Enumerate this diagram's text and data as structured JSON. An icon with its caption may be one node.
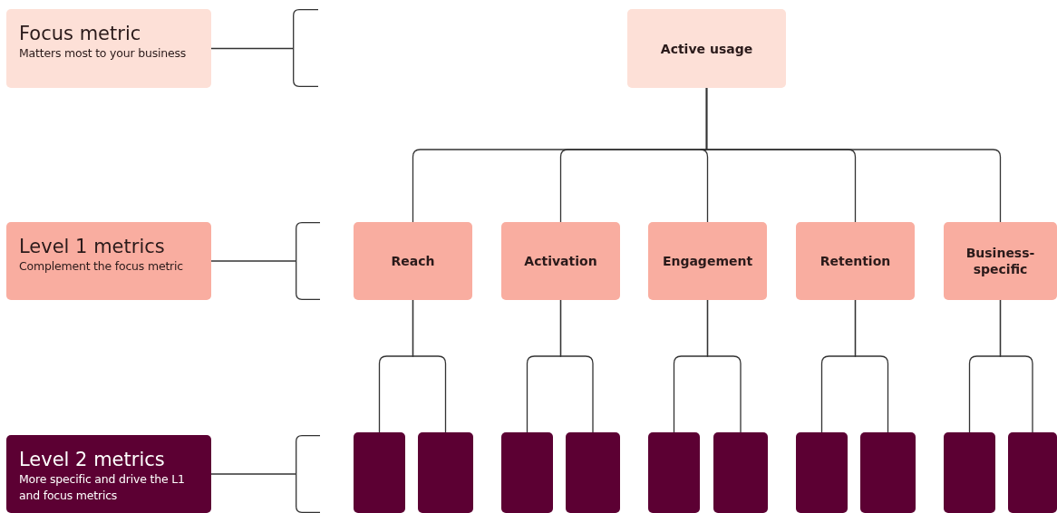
{
  "diagram": {
    "nodes": [
      {
        "text": [
          "Focus metric",
          "Matters most to your business"
        ]
      },
      {
        "text": [],
        "shape": "bracket"
      },
      {
        "text": [
          "Active usage"
        ]
      },
      {
        "text": [
          "Level 1 metrics",
          "Complement the focus metric"
        ]
      },
      {
        "text": [],
        "shape": "bracket"
      },
      {
        "text": [
          "Reach"
        ]
      },
      {
        "text": [
          "Activation"
        ]
      },
      {
        "text": [
          "Engagement"
        ]
      },
      {
        "text": [
          "Retention"
        ]
      },
      {
        "text": [
          "Business-specific"
        ]
      },
      {
        "text": [
          "Level 2 metrics",
          "More specific and drive the L1 and focus metrics"
        ]
      },
      {
        "text": [],
        "shape": "bracket"
      },
      {
        "text": [],
        "shape": "box"
      },
      {
        "text": [],
        "shape": "box"
      },
      {
        "text": [],
        "shape": "box"
      },
      {
        "text": [],
        "shape": "box"
      },
      {
        "text": [],
        "shape": "box"
      },
      {
        "text": [],
        "shape": "box"
      },
      {
        "text": [],
        "shape": "box"
      },
      {
        "text": [],
        "shape": "box"
      },
      {
        "text": [],
        "shape": "box"
      },
      {
        "text": [],
        "shape": "box"
      }
    ],
    "edges": [
      {
        "from": 0,
        "to": 1,
        "arrow": "none"
      },
      {
        "from": 2,
        "to": 5,
        "arrow": "none"
      },
      {
        "from": 2,
        "to": 6,
        "arrow": "none"
      },
      {
        "from": 2,
        "to": 7,
        "arrow": "none"
      },
      {
        "from": 2,
        "to": 8,
        "arrow": "none"
      },
      {
        "from": 2,
        "to": 9,
        "arrow": "none"
      },
      {
        "from": 3,
        "to": 4,
        "arrow": "none"
      },
      {
        "from": 5,
        "to": 12,
        "arrow": "none"
      },
      {
        "from": 5,
        "to": 13,
        "arrow": "none"
      },
      {
        "from": 6,
        "to": 14,
        "arrow": "none"
      },
      {
        "from": 6,
        "to": 15,
        "arrow": "none"
      },
      {
        "from": 7,
        "to": 16,
        "arrow": "none"
      },
      {
        "from": 7,
        "to": 17,
        "arrow": "none"
      },
      {
        "from": 8,
        "to": 18,
        "arrow": "none"
      },
      {
        "from": 8,
        "to": 19,
        "arrow": "none"
      },
      {
        "from": 9,
        "to": 20,
        "arrow": "none"
      },
      {
        "from": 9,
        "to": 21,
        "arrow": "none"
      },
      {
        "from": 10,
        "to": 11,
        "arrow": "none"
      }
    ]
  }
}
